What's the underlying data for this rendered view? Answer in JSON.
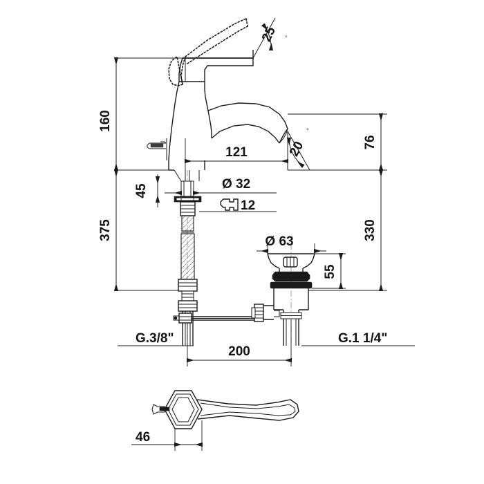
{
  "drawing": {
    "title": "Single-lever basin mixer technical drawing",
    "background_color": "#ffffff",
    "line_color": "#1a1a1a",
    "views": [
      {
        "name": "front-elevation",
        "description": "Basin mixer front elevation with pop-up waste"
      },
      {
        "name": "handle-top-view",
        "description": "Lever handle top view"
      }
    ]
  },
  "dimensions": {
    "height_above_deck": "160",
    "spout_reach": "121",
    "spout_height": "76",
    "deck_to_washer": "45",
    "shank_assembly_length": "375",
    "waste_drop": "330",
    "waste_flange_diameter": "Ø 63",
    "waste_flange_height": "55",
    "shank_diameter": "Ø 32",
    "wrench_size": "12",
    "handle_width": "46",
    "waste_offset": "200",
    "angle_lever_open": "25",
    "angle_spout_swivel": "20",
    "supply_thread": "G.3/8\"",
    "waste_thread": "G.1 1/4\""
  },
  "symbols": {
    "degree": "°",
    "diameter": "Ø",
    "wrench_icon": "wrench-icon"
  }
}
